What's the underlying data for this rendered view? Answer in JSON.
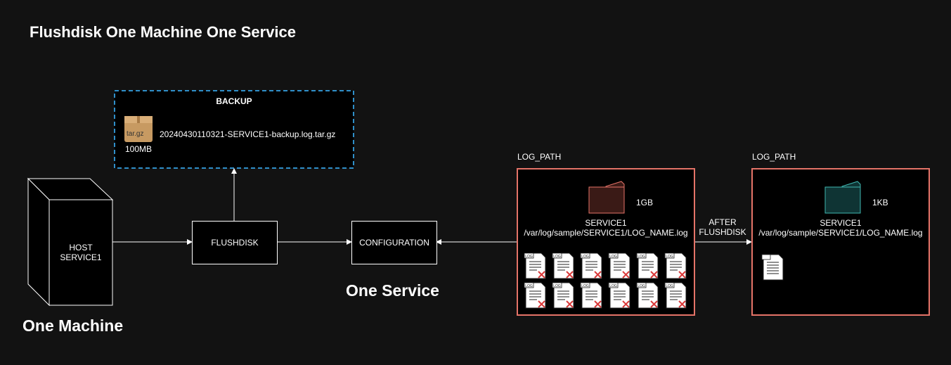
{
  "title": "Flushdisk One Machine One Service",
  "backup": {
    "label": "BACKUP",
    "icon_text": "tar.gz",
    "filename": "20240430110321-SERVICE1-backup.log.tar.gz",
    "size": "100MB"
  },
  "host": {
    "line1": "HOST",
    "line2": "SERVICE1",
    "caption": "One Machine"
  },
  "flushdisk": {
    "label": "FLUSHDISK"
  },
  "configuration": {
    "label": "CONFIGURATION",
    "caption": "One Service"
  },
  "before": {
    "heading": "LOG_PATH",
    "size": "1GB",
    "service": "SERVICE1",
    "path": "/var/log/sample/SERVICE1/LOG_NAME.log",
    "doc_label": "LOG"
  },
  "transition": {
    "line1": "AFTER",
    "line2": "FLUSHDISK"
  },
  "after": {
    "heading": "LOG_PATH",
    "size": "1KB",
    "service": "SERVICE1",
    "path": "/var/log/sample/SERVICE1/LOG_NAME.log"
  },
  "colors": {
    "background": "#121212",
    "backup_border": "#2f8fc9",
    "log_border": "#e57368",
    "folder_before": "#3a1a16",
    "folder_after": "#0f3434"
  }
}
